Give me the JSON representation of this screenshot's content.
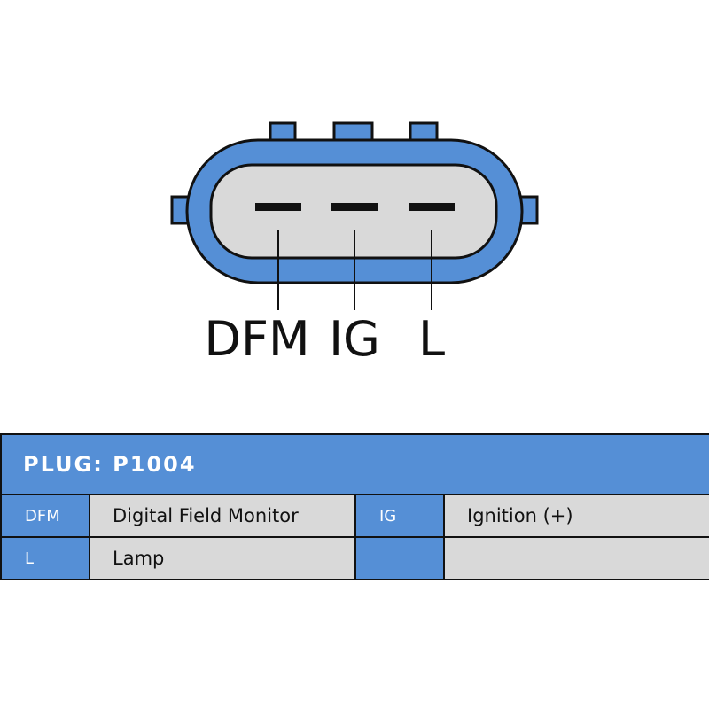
{
  "connector": {
    "pins": [
      {
        "code": "DFM"
      },
      {
        "code": "IG"
      },
      {
        "code": "L"
      }
    ],
    "colors": {
      "housing": "#558fd6",
      "face": "#d9d9d9",
      "outline": "#111111"
    }
  },
  "table": {
    "header": "PLUG: P1004",
    "rows": [
      {
        "code1": "DFM",
        "desc1": "Digital Field Monitor",
        "code2": "IG",
        "desc2": "Ignition (+)"
      },
      {
        "code1": "L",
        "desc1": "Lamp",
        "code2": "",
        "desc2": ""
      }
    ],
    "colors": {
      "header_bg": "#558fd6",
      "code_bg": "#558fd6",
      "desc_bg": "#d9d9d9"
    }
  }
}
